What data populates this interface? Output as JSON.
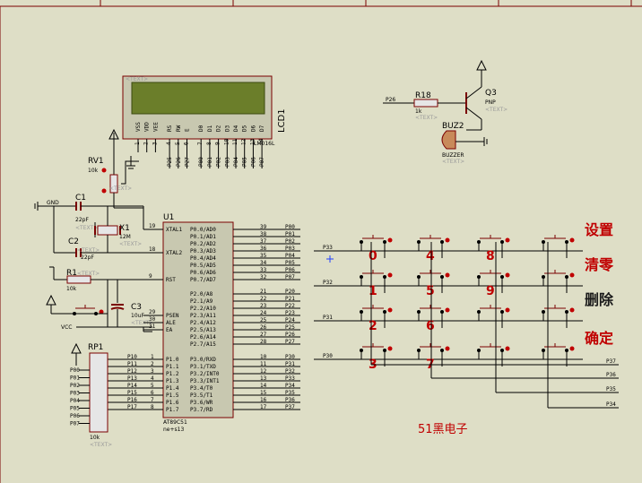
{
  "mcu": {
    "ref": "U1",
    "part": "AT89C51",
    "text": "<TEXT>",
    "left_pins": [
      {
        "num": "19",
        "name": "XTAL1"
      },
      {
        "num": "18",
        "name": "XTAL2"
      },
      {
        "num": "9",
        "name": "RST"
      },
      {
        "num": "29",
        "name": "PSEN"
      },
      {
        "num": "30",
        "name": "ALE"
      },
      {
        "num": "31",
        "name": "EA"
      }
    ],
    "p1_pins": [
      {
        "num": "1",
        "name": "P1.0",
        "net": "P10"
      },
      {
        "num": "2",
        "name": "P1.1",
        "net": "P11"
      },
      {
        "num": "3",
        "name": "P1.2",
        "net": "P12"
      },
      {
        "num": "4",
        "name": "P1.3",
        "net": "P13"
      },
      {
        "num": "5",
        "name": "P1.4",
        "net": "P14"
      },
      {
        "num": "6",
        "name": "P1.5",
        "net": "P15"
      },
      {
        "num": "7",
        "name": "P1.6",
        "net": "P16"
      },
      {
        "num": "8",
        "name": "P1.7",
        "net": "P17"
      }
    ],
    "p0_pins": [
      {
        "num": "39",
        "name": "P0.0/AD0",
        "net": "P00"
      },
      {
        "num": "38",
        "name": "P0.1/AD1",
        "net": "P01"
      },
      {
        "num": "37",
        "name": "P0.2/AD2",
        "net": "P02"
      },
      {
        "num": "36",
        "name": "P0.3/AD3",
        "net": "P03"
      },
      {
        "num": "35",
        "name": "P0.4/AD4",
        "net": "P04"
      },
      {
        "num": "34",
        "name": "P0.5/AD5",
        "net": "P05"
      },
      {
        "num": "33",
        "name": "P0.6/AD6",
        "net": "P06"
      },
      {
        "num": "32",
        "name": "P0.7/AD7",
        "net": "P07"
      }
    ],
    "p2_pins": [
      {
        "num": "21",
        "name": "P2.0/A8",
        "net": "P20"
      },
      {
        "num": "22",
        "name": "P2.1/A9",
        "net": "P21"
      },
      {
        "num": "23",
        "name": "P2.2/A10",
        "net": "P22"
      },
      {
        "num": "24",
        "name": "P2.3/A11",
        "net": "P23"
      },
      {
        "num": "25",
        "name": "P2.4/A12",
        "net": "P24"
      },
      {
        "num": "26",
        "name": "P2.5/A13",
        "net": "P25"
      },
      {
        "num": "27",
        "name": "P2.6/A14",
        "net": "P26"
      },
      {
        "num": "28",
        "name": "P2.7/A15",
        "net": "P27"
      }
    ],
    "p3_pins": [
      {
        "num": "10",
        "name": "P3.0/RXD",
        "net": "P30"
      },
      {
        "num": "11",
        "name": "P3.1/TXD",
        "net": "P31"
      },
      {
        "num": "12",
        "name": "P3.2/INT0",
        "net": "P32"
      },
      {
        "num": "13",
        "name": "P3.3/INT1",
        "net": "P33"
      },
      {
        "num": "14",
        "name": "P3.4/T0",
        "net": "P34"
      },
      {
        "num": "15",
        "name": "P3.5/T1",
        "net": "P35"
      },
      {
        "num": "16",
        "name": "P3.6/WR",
        "net": "P36"
      },
      {
        "num": "17",
        "name": "P3.7/RD",
        "net": "P37"
      }
    ]
  },
  "lcd": {
    "ref": "LCD1",
    "part": "LM016L",
    "text": "<TEXT>",
    "pins": [
      "VSS",
      "VDD",
      "VEE",
      "RS",
      "RW",
      "E",
      "D0",
      "D1",
      "D2",
      "D3",
      "D4",
      "D5",
      "D6",
      "D7"
    ],
    "pin_nums": [
      "1",
      "2",
      "3",
      "4",
      "5",
      "6",
      "7",
      "8",
      "9",
      "10",
      "11",
      "12",
      "13",
      "14"
    ],
    "nets": [
      "P25",
      "P26",
      "P27",
      "P00",
      "P01",
      "P02",
      "P03",
      "P04",
      "P05",
      "P06",
      "P07"
    ]
  },
  "rv1": {
    "ref": "RV1",
    "value": "10k",
    "text": "<TEXT>"
  },
  "c1": {
    "ref": "C1",
    "value": "22pF",
    "text": "<TEXT>"
  },
  "c2": {
    "ref": "C2",
    "value": "22pF",
    "text": "<TEXT>"
  },
  "c3": {
    "ref": "C3",
    "value": "10uF",
    "text": "<TEXT>"
  },
  "x1": {
    "ref": "X1",
    "value": "12M",
    "text": "<TEXT>"
  },
  "r1": {
    "ref": "R1",
    "value": "10k",
    "text": "<TEXT>"
  },
  "r18": {
    "ref": "R18",
    "value": "1k",
    "text": "<TEXT>",
    "net": "P26"
  },
  "q3": {
    "ref": "Q3",
    "value": "PNP",
    "text": "<TEXT>"
  },
  "buz": {
    "ref": "BUZ2",
    "value": "BUZZER",
    "text": "<TEXT>"
  },
  "rp1": {
    "ref": "RP1",
    "value": "10k",
    "text": "<TEXT>",
    "pins": [
      "P10",
      "P11",
      "P12",
      "P13",
      "P14",
      "P15",
      "P16",
      "P17"
    ],
    "labels": [
      "P00",
      "P01",
      "P02",
      "P03",
      "P04",
      "P05",
      "P06",
      "P07"
    ]
  },
  "gnd_label": "GND",
  "vcc_label": "VCC",
  "keypad": {
    "rows": [
      {
        "net": "P33",
        "keys": [
          "0",
          "4",
          "8",
          ""
        ],
        "func": "设置"
      },
      {
        "net": "P32",
        "keys": [
          "1",
          "5",
          "9",
          ""
        ],
        "func": "清零"
      },
      {
        "net": "P31",
        "keys": [
          "2",
          "6",
          "",
          ""
        ],
        "func": "删除"
      },
      {
        "net": "P30",
        "keys": [
          "3",
          "7",
          "",
          ""
        ],
        "func": "确定"
      }
    ],
    "cols": [
      "P37",
      "P36",
      "P35",
      "P34"
    ]
  },
  "footer": "51黑电子",
  "colors": {
    "bg": "#dedec6",
    "wire": "#000000",
    "part": "#7a0000",
    "key": "#c00000",
    "text_gray": "#9a9a9a",
    "lcd_screen": "#6b7e2a"
  }
}
